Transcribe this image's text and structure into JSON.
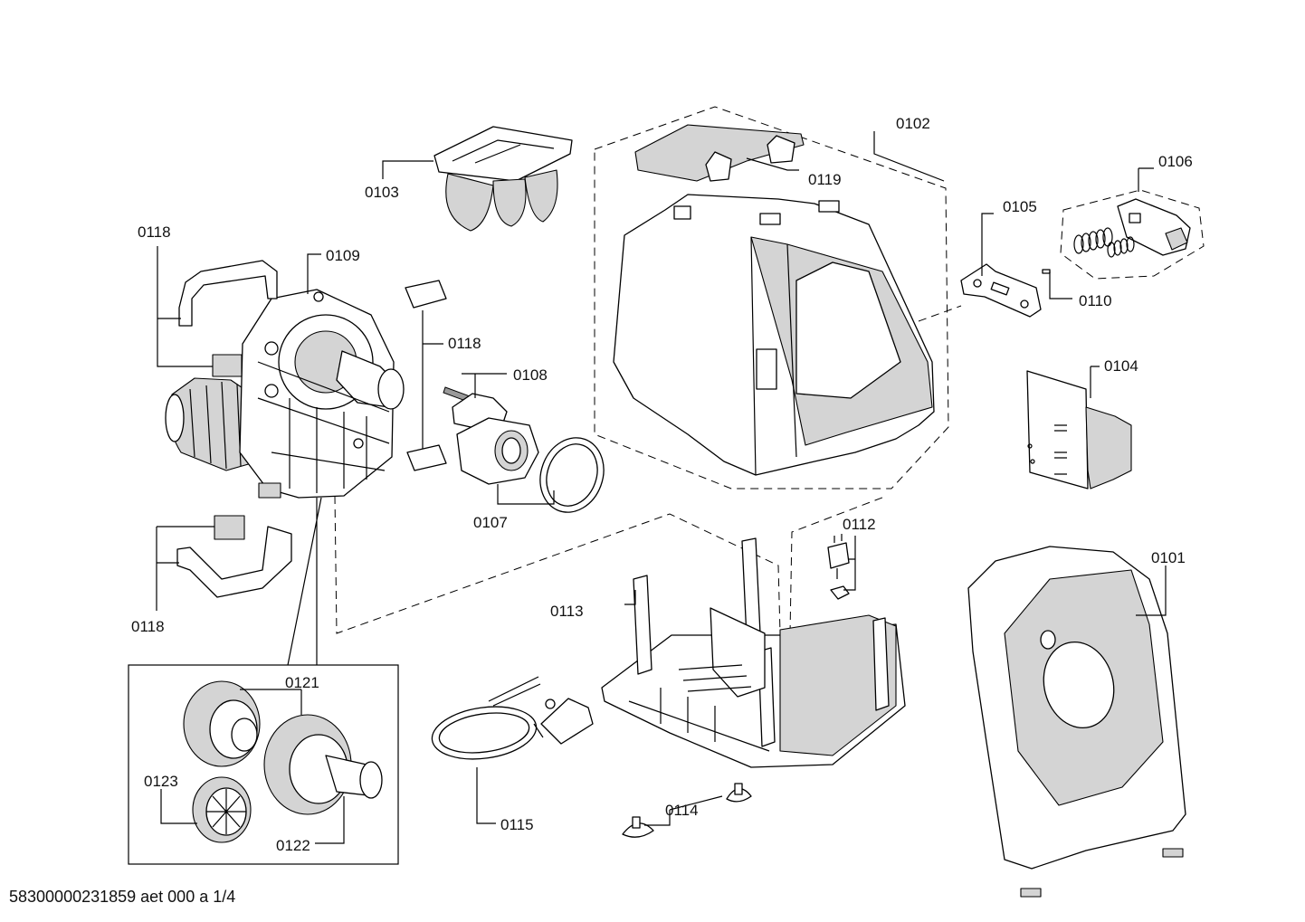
{
  "labels": {
    "p0102": "0102",
    "p0103": "0103",
    "p0119": "0119",
    "p0106": "0106",
    "p0105": "0105",
    "p0110": "0110",
    "p0104": "0104",
    "p0118a": "0118",
    "p0109": "0109",
    "p0118b": "0118",
    "p0108": "0108",
    "p0107": "0107",
    "p0118c": "0118",
    "p0112": "0112",
    "p0101": "0101",
    "p0113": "0113",
    "p0121": "0121",
    "p0123": "0123",
    "p0122": "0122",
    "p0115": "0115",
    "p0114": "0114"
  },
  "document_id": "58300000231859 aet 000 a 1/4"
}
